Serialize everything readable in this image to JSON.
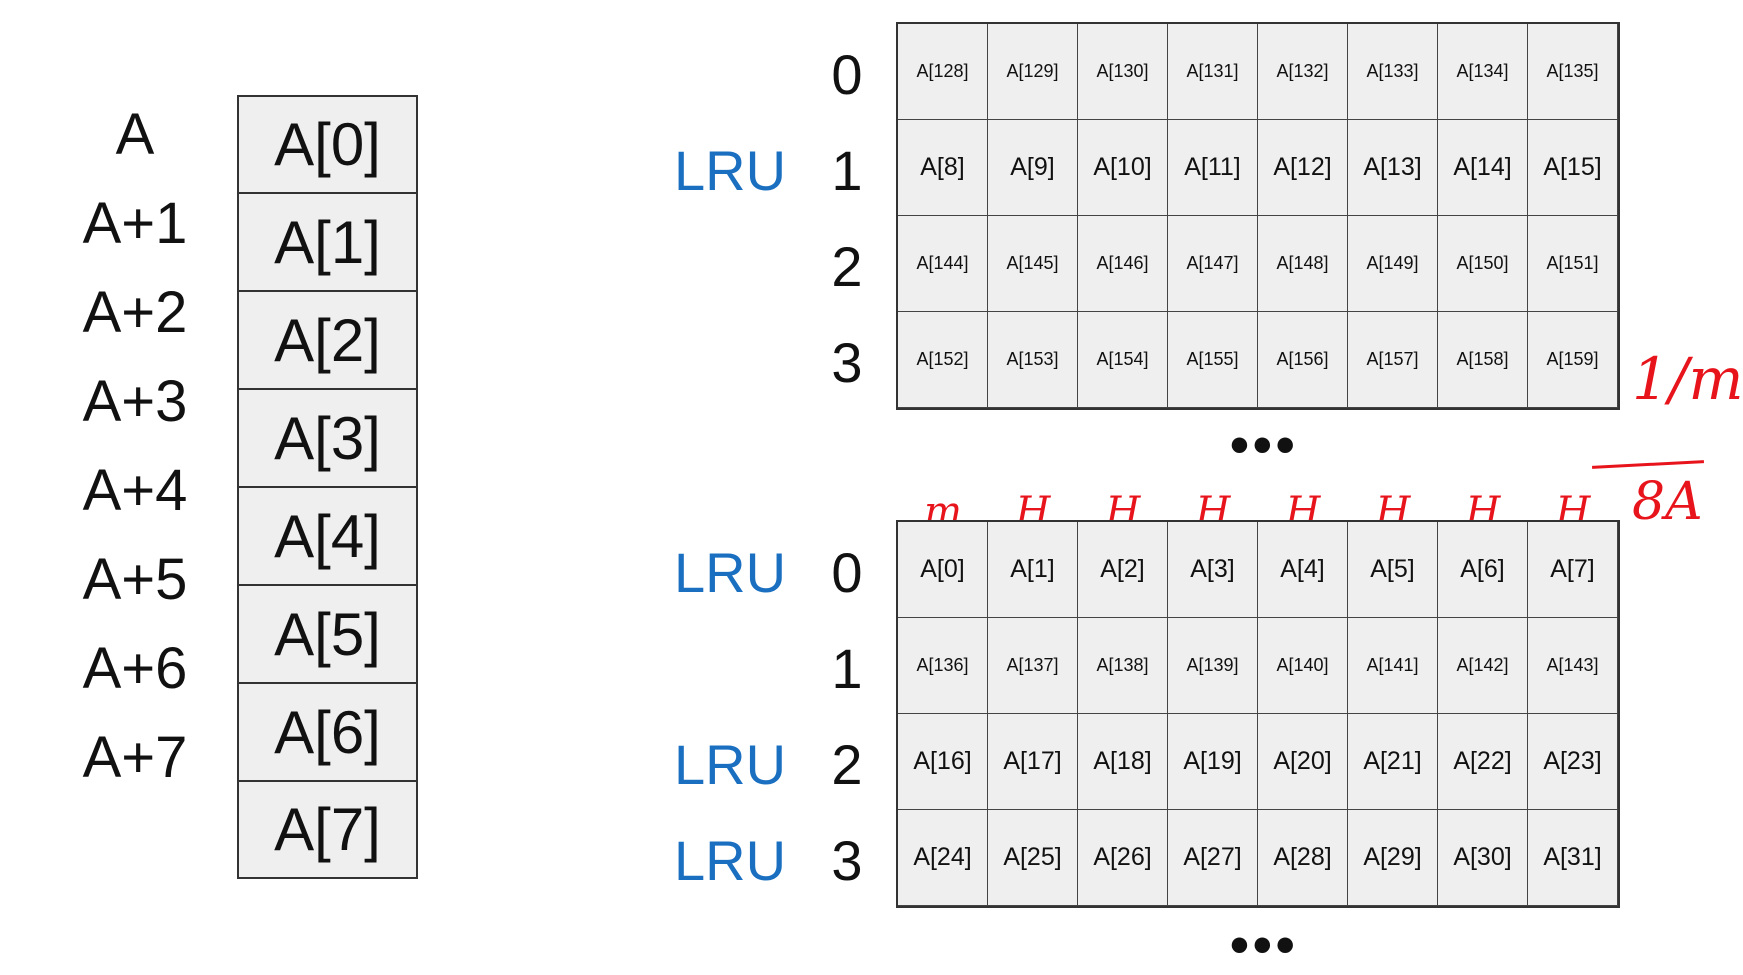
{
  "memory": {
    "addresses": [
      "A",
      "A+1",
      "A+2",
      "A+3",
      "A+4",
      "A+5",
      "A+6",
      "A+7"
    ],
    "values": [
      "A[0]",
      "A[1]",
      "A[2]",
      "A[3]",
      "A[4]",
      "A[5]",
      "A[6]",
      "A[7]"
    ]
  },
  "cache_top": {
    "row_indices": [
      "0",
      "1",
      "2",
      "3"
    ],
    "lru_label": "LRU",
    "rows": [
      [
        "A[128]",
        "A[129]",
        "A[130]",
        "A[131]",
        "A[132]",
        "A[133]",
        "A[134]",
        "A[135]"
      ],
      [
        "A[8]",
        "A[9]",
        "A[10]",
        "A[11]",
        "A[12]",
        "A[13]",
        "A[14]",
        "A[15]"
      ],
      [
        "A[144]",
        "A[145]",
        "A[146]",
        "A[147]",
        "A[148]",
        "A[149]",
        "A[150]",
        "A[151]"
      ],
      [
        "A[152]",
        "A[153]",
        "A[154]",
        "A[155]",
        "A[156]",
        "A[157]",
        "A[158]",
        "A[159]"
      ]
    ]
  },
  "cache_bottom": {
    "row_indices": [
      "0",
      "1",
      "2",
      "3"
    ],
    "lru_labels": [
      "LRU",
      "LRU",
      "LRU"
    ],
    "rows": [
      [
        "A[0]",
        "A[1]",
        "A[2]",
        "A[3]",
        "A[4]",
        "A[5]",
        "A[6]",
        "A[7]"
      ],
      [
        "A[136]",
        "A[137]",
        "A[138]",
        "A[139]",
        "A[140]",
        "A[141]",
        "A[142]",
        "A[143]"
      ],
      [
        "A[16]",
        "A[17]",
        "A[18]",
        "A[19]",
        "A[20]",
        "A[21]",
        "A[22]",
        "A[23]"
      ],
      [
        "A[24]",
        "A[25]",
        "A[26]",
        "A[27]",
        "A[28]",
        "A[29]",
        "A[30]",
        "A[31]"
      ]
    ]
  },
  "ellipsis": "•••",
  "annotations": {
    "hit_miss": [
      "m",
      "H",
      "H",
      "H",
      "H",
      "H",
      "H",
      "H"
    ],
    "ratio_top": "1/m",
    "ratio_bottom": "8A"
  },
  "colors": {
    "lru": "#1a6fc0",
    "handwriting": "#e8141c"
  }
}
